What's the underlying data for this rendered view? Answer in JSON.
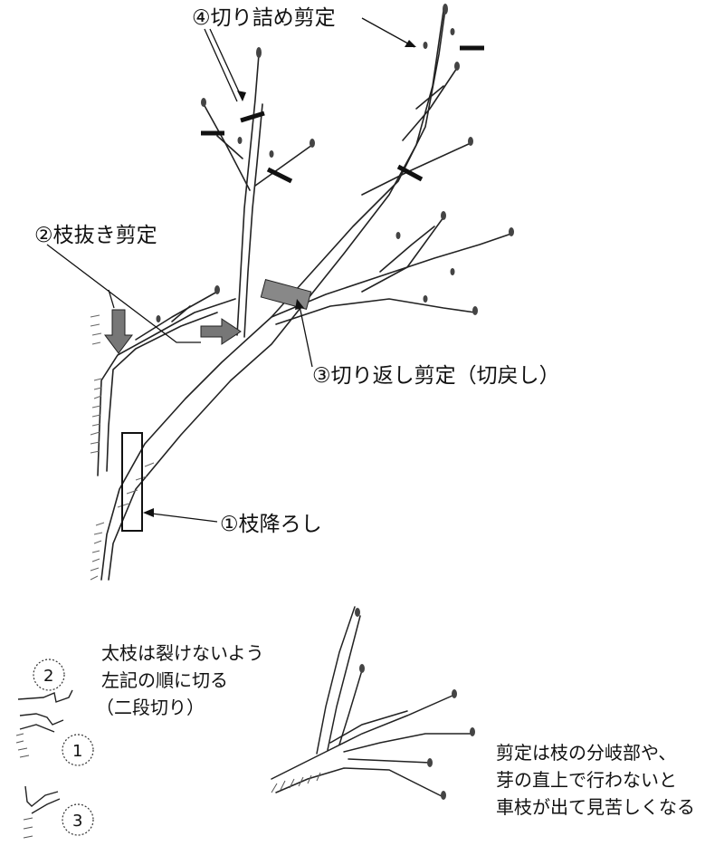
{
  "labels": {
    "step4": "④切り詰め剪定",
    "step2": "②枝抜き剪定",
    "step3": "③切り返し剪定（切戻し）",
    "step1": "①枝降ろし"
  },
  "note_left": [
    "太枝は裂けないよう",
    "左記の順に切る",
    "（二段切り）"
  ],
  "note_right": [
    "剪定は枝の分岐部や、",
    "芽の直上で行わないと",
    "車枝が出て見苦しくなる"
  ],
  "cut_steps": [
    "2",
    "1",
    "3"
  ],
  "colors": {
    "line": "#222222",
    "arrow_fill": "#777777",
    "mark": "#111111",
    "bark": "#666666"
  }
}
